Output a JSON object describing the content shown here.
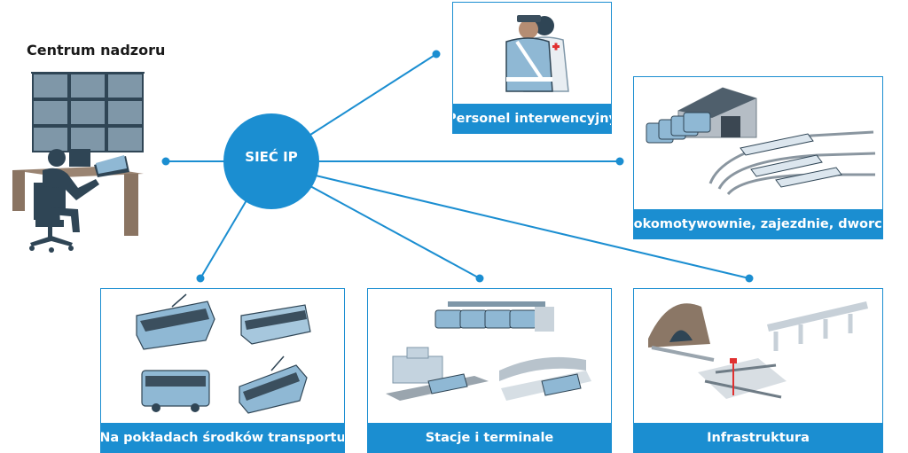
{
  "title": "Centrum nadzoru",
  "hub": {
    "label": "SIEĆ IP"
  },
  "panels": {
    "personnel": "Personel interwencyjny",
    "depots": "Lokomotywownie, zajezdnie, dworce",
    "onboard": "Na pokładach środków transportu",
    "stations": "Stacje i terminale",
    "infrastructure": "Infrastruktura"
  },
  "colors": {
    "accent": "#1b8ed1",
    "vehicle": "#8fb8d4",
    "dark": "#2f4555"
  }
}
